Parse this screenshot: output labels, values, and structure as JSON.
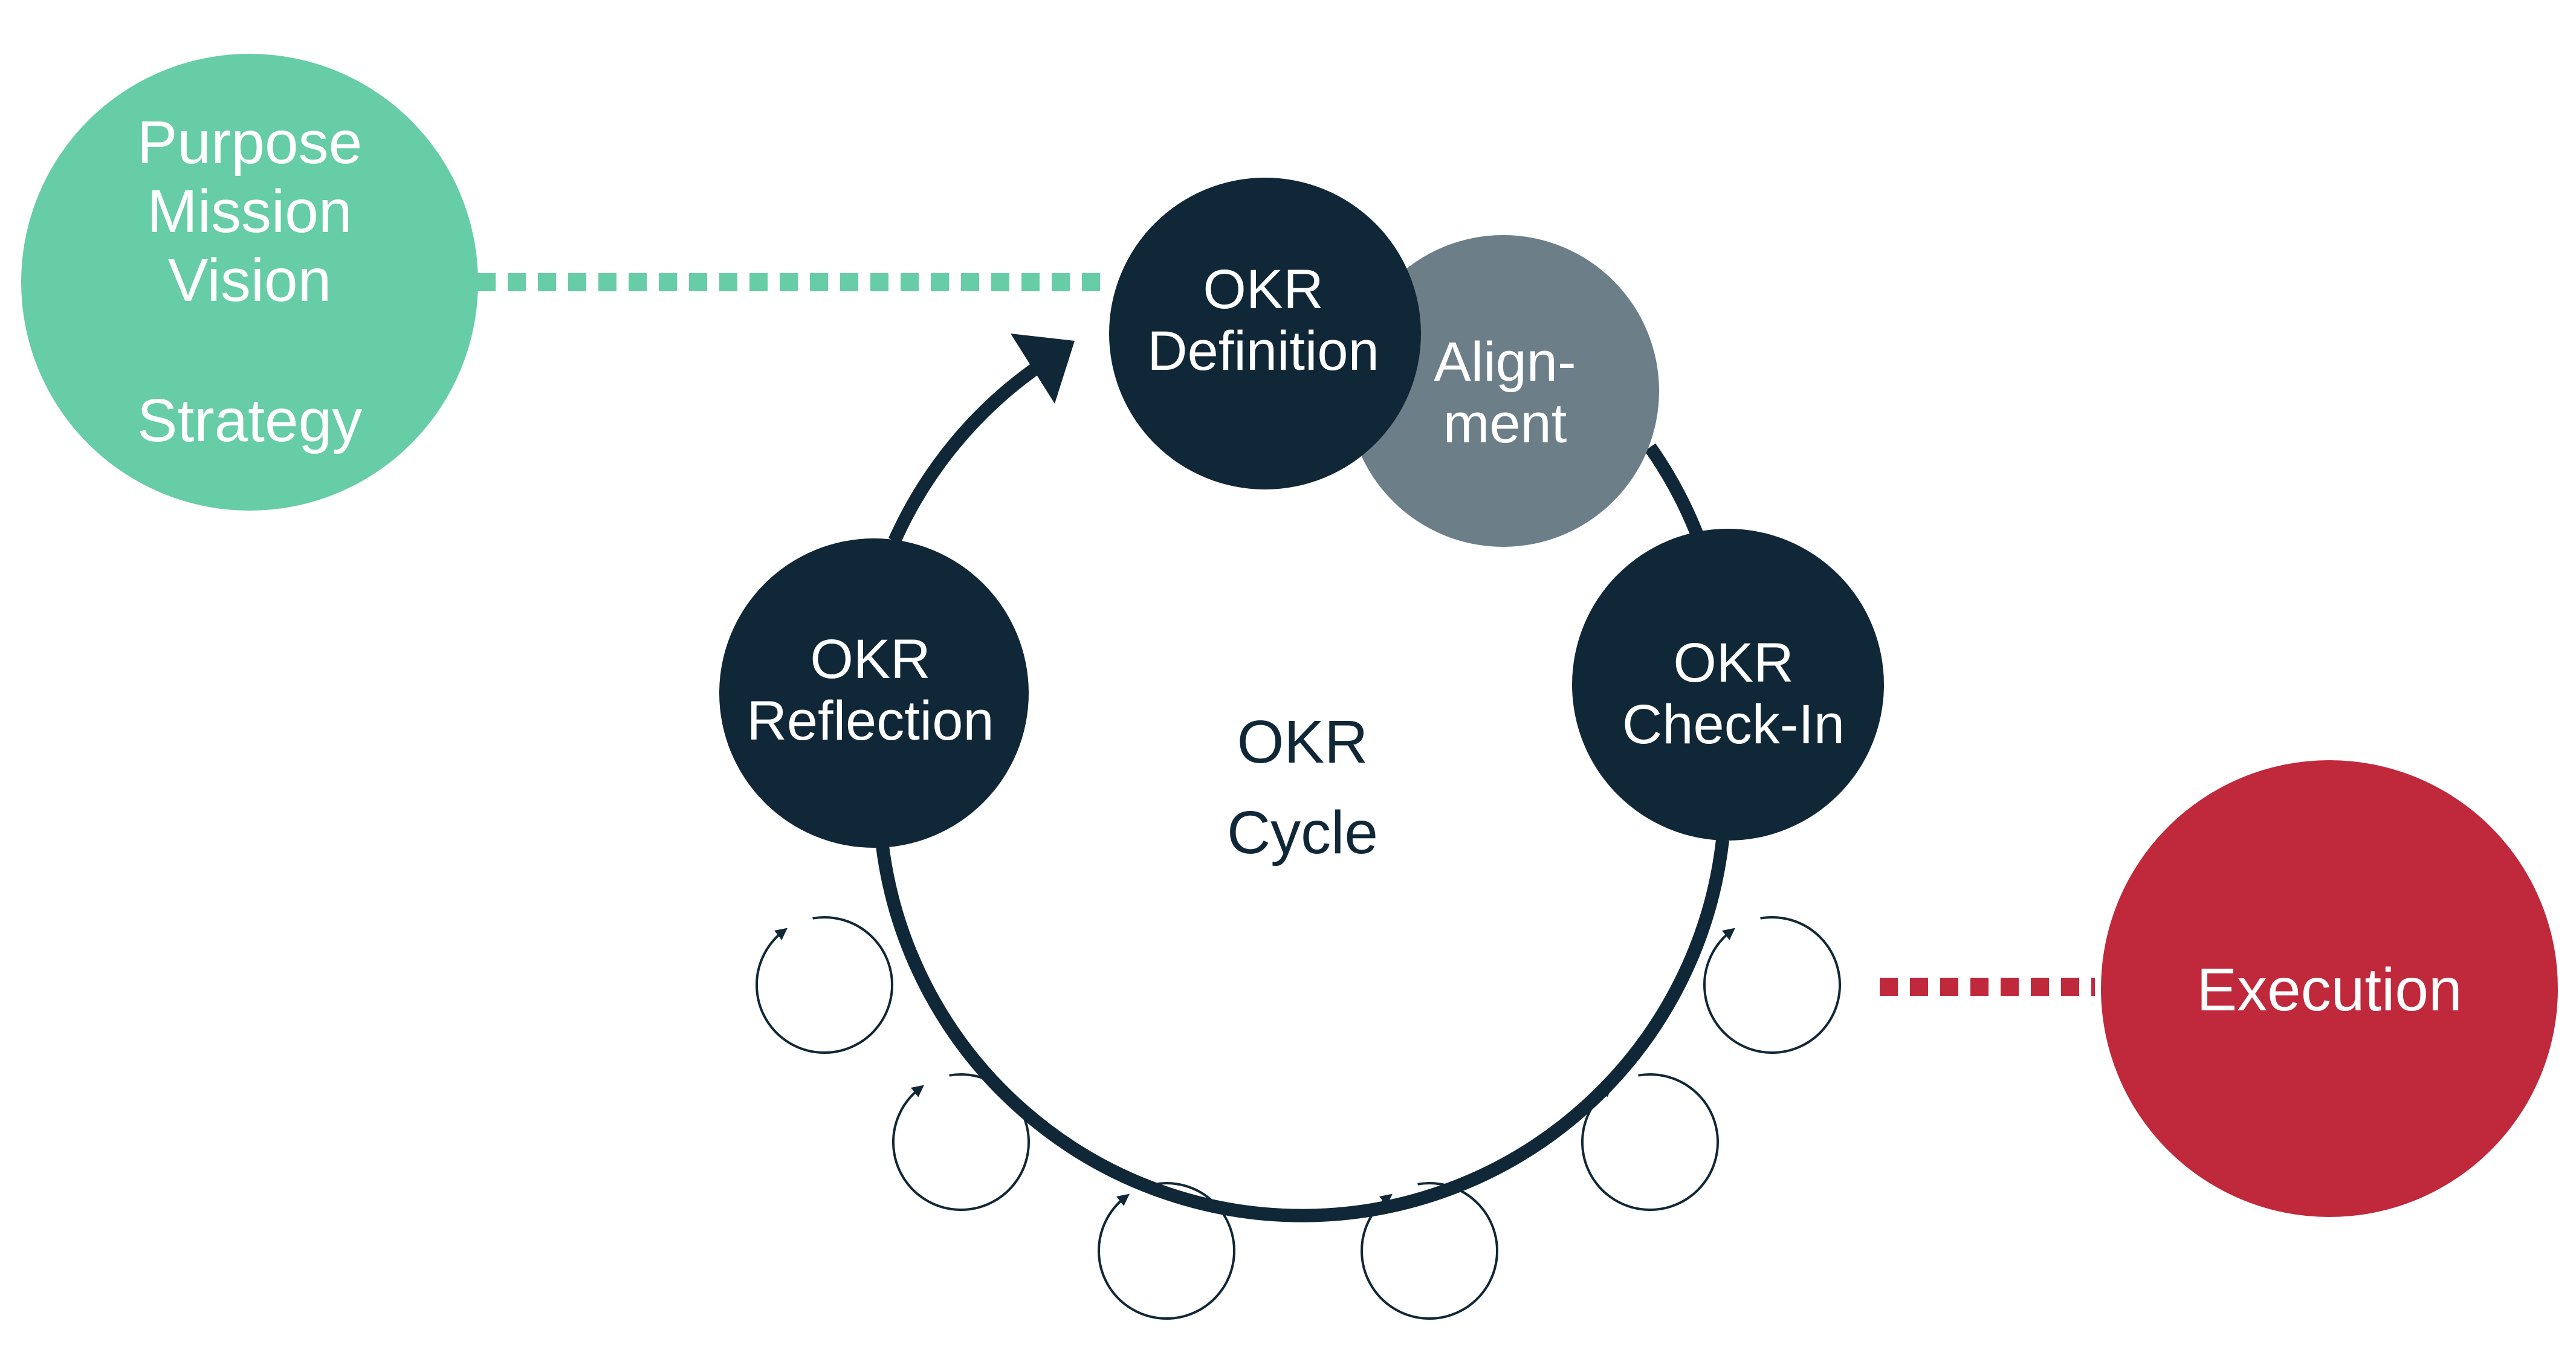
{
  "colors": {
    "strategy": "#66CDA6",
    "okr_node": "#102737",
    "alignment": "#6C7F89",
    "execution": "#C0293B",
    "cycle_line": "#102737"
  },
  "strategy": {
    "lines": [
      "Purpose",
      "Mission",
      "Vision",
      "",
      "Strategy"
    ]
  },
  "nodes": {
    "definition": {
      "lines": [
        "OKR",
        "Definition"
      ]
    },
    "alignment": {
      "lines": [
        "Align-",
        "ment"
      ]
    },
    "reflection": {
      "lines": [
        "OKR",
        "Reflection"
      ]
    },
    "checkin": {
      "lines": [
        "OKR",
        "Check-In"
      ]
    }
  },
  "center": {
    "lines": [
      "OKR",
      "Cycle"
    ]
  },
  "execution": {
    "label": "Execution"
  },
  "mini_cycles": {
    "count": 6,
    "icon": "refresh-cycle-icon"
  }
}
